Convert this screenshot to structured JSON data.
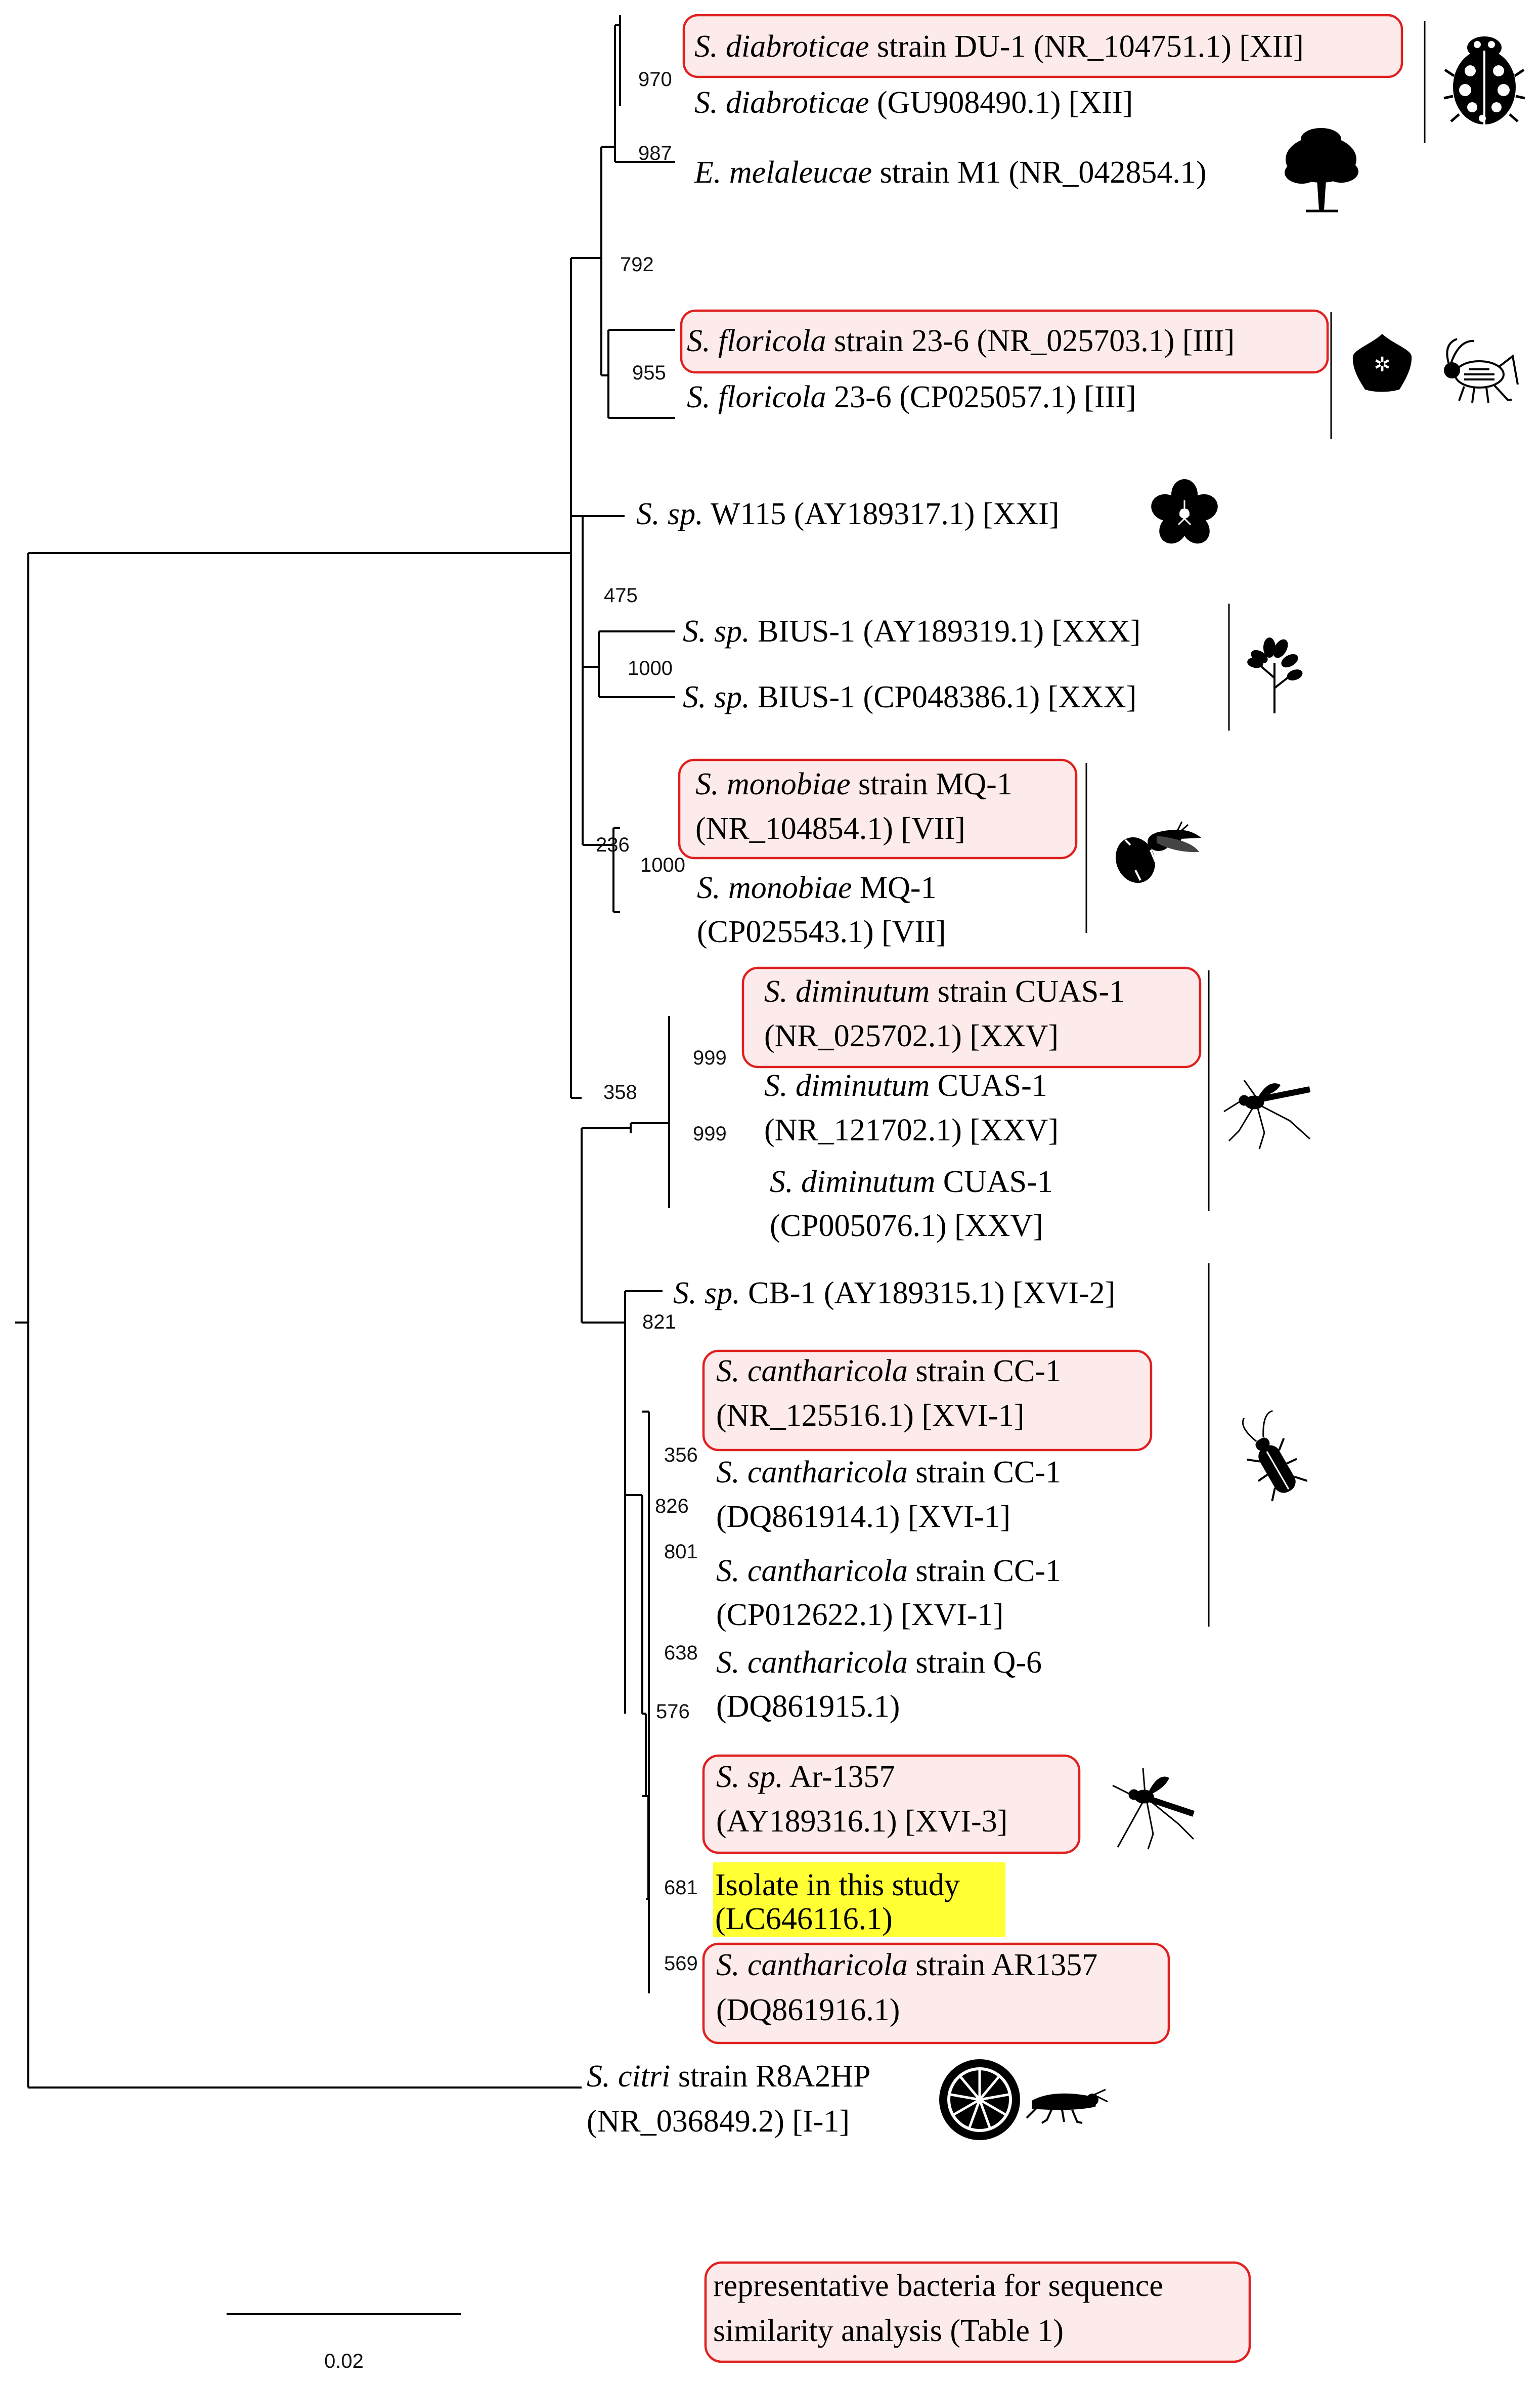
{
  "taxa": [
    {
      "id": "t1",
      "parts": [
        {
          "i": "S. diabroticae"
        },
        {
          "t": " strain DU-1 (NR_104751.1) [XII]"
        }
      ]
    },
    {
      "id": "t2",
      "parts": [
        {
          "i": "S. diabroticae"
        },
        {
          "t": " (GU908490.1) [XII]"
        }
      ]
    },
    {
      "id": "t3",
      "parts": [
        {
          "i": "E. melaleucae"
        },
        {
          "t": " strain M1 (NR_042854.1)"
        }
      ]
    },
    {
      "id": "t4",
      "parts": [
        {
          "i": "S. floricola"
        },
        {
          "t": " strain 23-6 (NR_025703.1) [III]"
        }
      ]
    },
    {
      "id": "t5",
      "parts": [
        {
          "i": "S. floricola"
        },
        {
          "t": " 23-6 (CP025057.1) [III]"
        }
      ]
    },
    {
      "id": "t6",
      "parts": [
        {
          "i": "S. sp."
        },
        {
          "t": " W115 (AY189317.1) [XXI]"
        }
      ]
    },
    {
      "id": "t7",
      "parts": [
        {
          "i": "S. sp."
        },
        {
          "t": " BIUS-1 (AY189319.1) [XXX]"
        }
      ]
    },
    {
      "id": "t8",
      "parts": [
        {
          "i": "S. sp."
        },
        {
          "t": " BIUS-1 (CP048386.1) [XXX]"
        }
      ]
    },
    {
      "id": "t9a",
      "parts": [
        {
          "i": "S. monobiae"
        },
        {
          "t": " strain MQ-1"
        }
      ]
    },
    {
      "id": "t9b",
      "parts": [
        {
          "t": "(NR_104854.1) [VII]"
        }
      ]
    },
    {
      "id": "t10a",
      "parts": [
        {
          "i": "S. monobiae"
        },
        {
          "t": " MQ-1"
        }
      ]
    },
    {
      "id": "t10b",
      "parts": [
        {
          "t": "(CP025543.1) [VII]"
        }
      ]
    },
    {
      "id": "t11a",
      "parts": [
        {
          "i": "S. diminutum"
        },
        {
          "t": " strain CUAS-1"
        }
      ]
    },
    {
      "id": "t11b",
      "parts": [
        {
          "t": "(NR_025702.1) [XXV]"
        }
      ]
    },
    {
      "id": "t12a",
      "parts": [
        {
          "i": "S. diminutum"
        },
        {
          "t": " CUAS-1"
        }
      ]
    },
    {
      "id": "t12b",
      "parts": [
        {
          "t": "(NR_121702.1) [XXV]"
        }
      ]
    },
    {
      "id": "t13a",
      "parts": [
        {
          "i": "S. diminutum"
        },
        {
          "t": " CUAS-1"
        }
      ]
    },
    {
      "id": "t13b",
      "parts": [
        {
          "t": "(CP005076.1) [XXV]"
        }
      ]
    },
    {
      "id": "t14",
      "parts": [
        {
          "i": "S. sp."
        },
        {
          "t": " CB-1 (AY189315.1) [XVI-2]"
        }
      ]
    },
    {
      "id": "t15a",
      "parts": [
        {
          "i": "S. cantharicola"
        },
        {
          "t": " strain CC-1"
        }
      ]
    },
    {
      "id": "t15b",
      "parts": [
        {
          "t": "(NR_125516.1) [XVI-1]"
        }
      ]
    },
    {
      "id": "t16a",
      "parts": [
        {
          "i": "S. cantharicola"
        },
        {
          "t": " strain CC-1"
        }
      ]
    },
    {
      "id": "t16b",
      "parts": [
        {
          "t": " (DQ861914.1) [XVI-1]"
        }
      ]
    },
    {
      "id": "t17a",
      "parts": [
        {
          "i": "S. cantharicola"
        },
        {
          "t": " strain CC-1"
        }
      ]
    },
    {
      "id": "t17b",
      "parts": [
        {
          "t": "(CP012622.1) [XVI-1]"
        }
      ]
    },
    {
      "id": "t18a",
      "parts": [
        {
          "i": "S. cantharicola"
        },
        {
          "t": " strain Q-6"
        }
      ]
    },
    {
      "id": "t18b",
      "parts": [
        {
          "t": "(DQ861915.1)"
        }
      ]
    },
    {
      "id": "t19a",
      "parts": [
        {
          "i": "S. sp."
        },
        {
          "t": " Ar-1357"
        }
      ]
    },
    {
      "id": "t19b",
      "parts": [
        {
          "t": "(AY189316.1) [XVI-3]"
        }
      ]
    },
    {
      "id": "t20a",
      "parts": [
        {
          "t": "Isolate in this study"
        }
      ]
    },
    {
      "id": "t20b",
      "parts": [
        {
          "t": "(LC646116.1)"
        }
      ]
    },
    {
      "id": "t21a",
      "parts": [
        {
          "i": "S. cantharicola"
        },
        {
          "t": " strain AR1357"
        }
      ]
    },
    {
      "id": "t21b",
      "parts": [
        {
          "t": "(DQ861916.1)"
        }
      ]
    },
    {
      "id": "t22a",
      "parts": [
        {
          "i": "S. citri"
        },
        {
          "t": " strain R8A2HP"
        }
      ]
    },
    {
      "id": "t22b",
      "parts": [
        {
          "t": "(NR_036849.2)  [I-1]"
        }
      ]
    }
  ],
  "bootstrap": {
    "b970": "970",
    "b987": "987",
    "b792": "792",
    "b955": "955",
    "b475": "475",
    "b1000a": "1000",
    "b236": "236",
    "b1000b": "1000",
    "b358": "358",
    "b999a": "999",
    "b999b": "999",
    "b821": "821",
    "b356": "356",
    "b826": "826",
    "b801": "801",
    "b638": "638",
    "b576": "576",
    "b681": "681",
    "b569": "569"
  },
  "legend": {
    "line1": "representative bacteria for sequence",
    "line2": "similarity analysis (Table 1)"
  },
  "scale_bar": {
    "label": "0.02"
  },
  "icons": [
    "ladybug-icon",
    "tree-icon",
    "flower-icon",
    "cricket-icon",
    "cherry-blossom-icon",
    "plant-icon",
    "wasp-icon",
    "mosquito-icon",
    "beetle-icon",
    "citrus-icon",
    "leafhopper-icon"
  ],
  "colors": {
    "highlight_box": "#e02020",
    "highlight_fill": "#fdeaea",
    "isolate_highlight": "#ffff33"
  }
}
